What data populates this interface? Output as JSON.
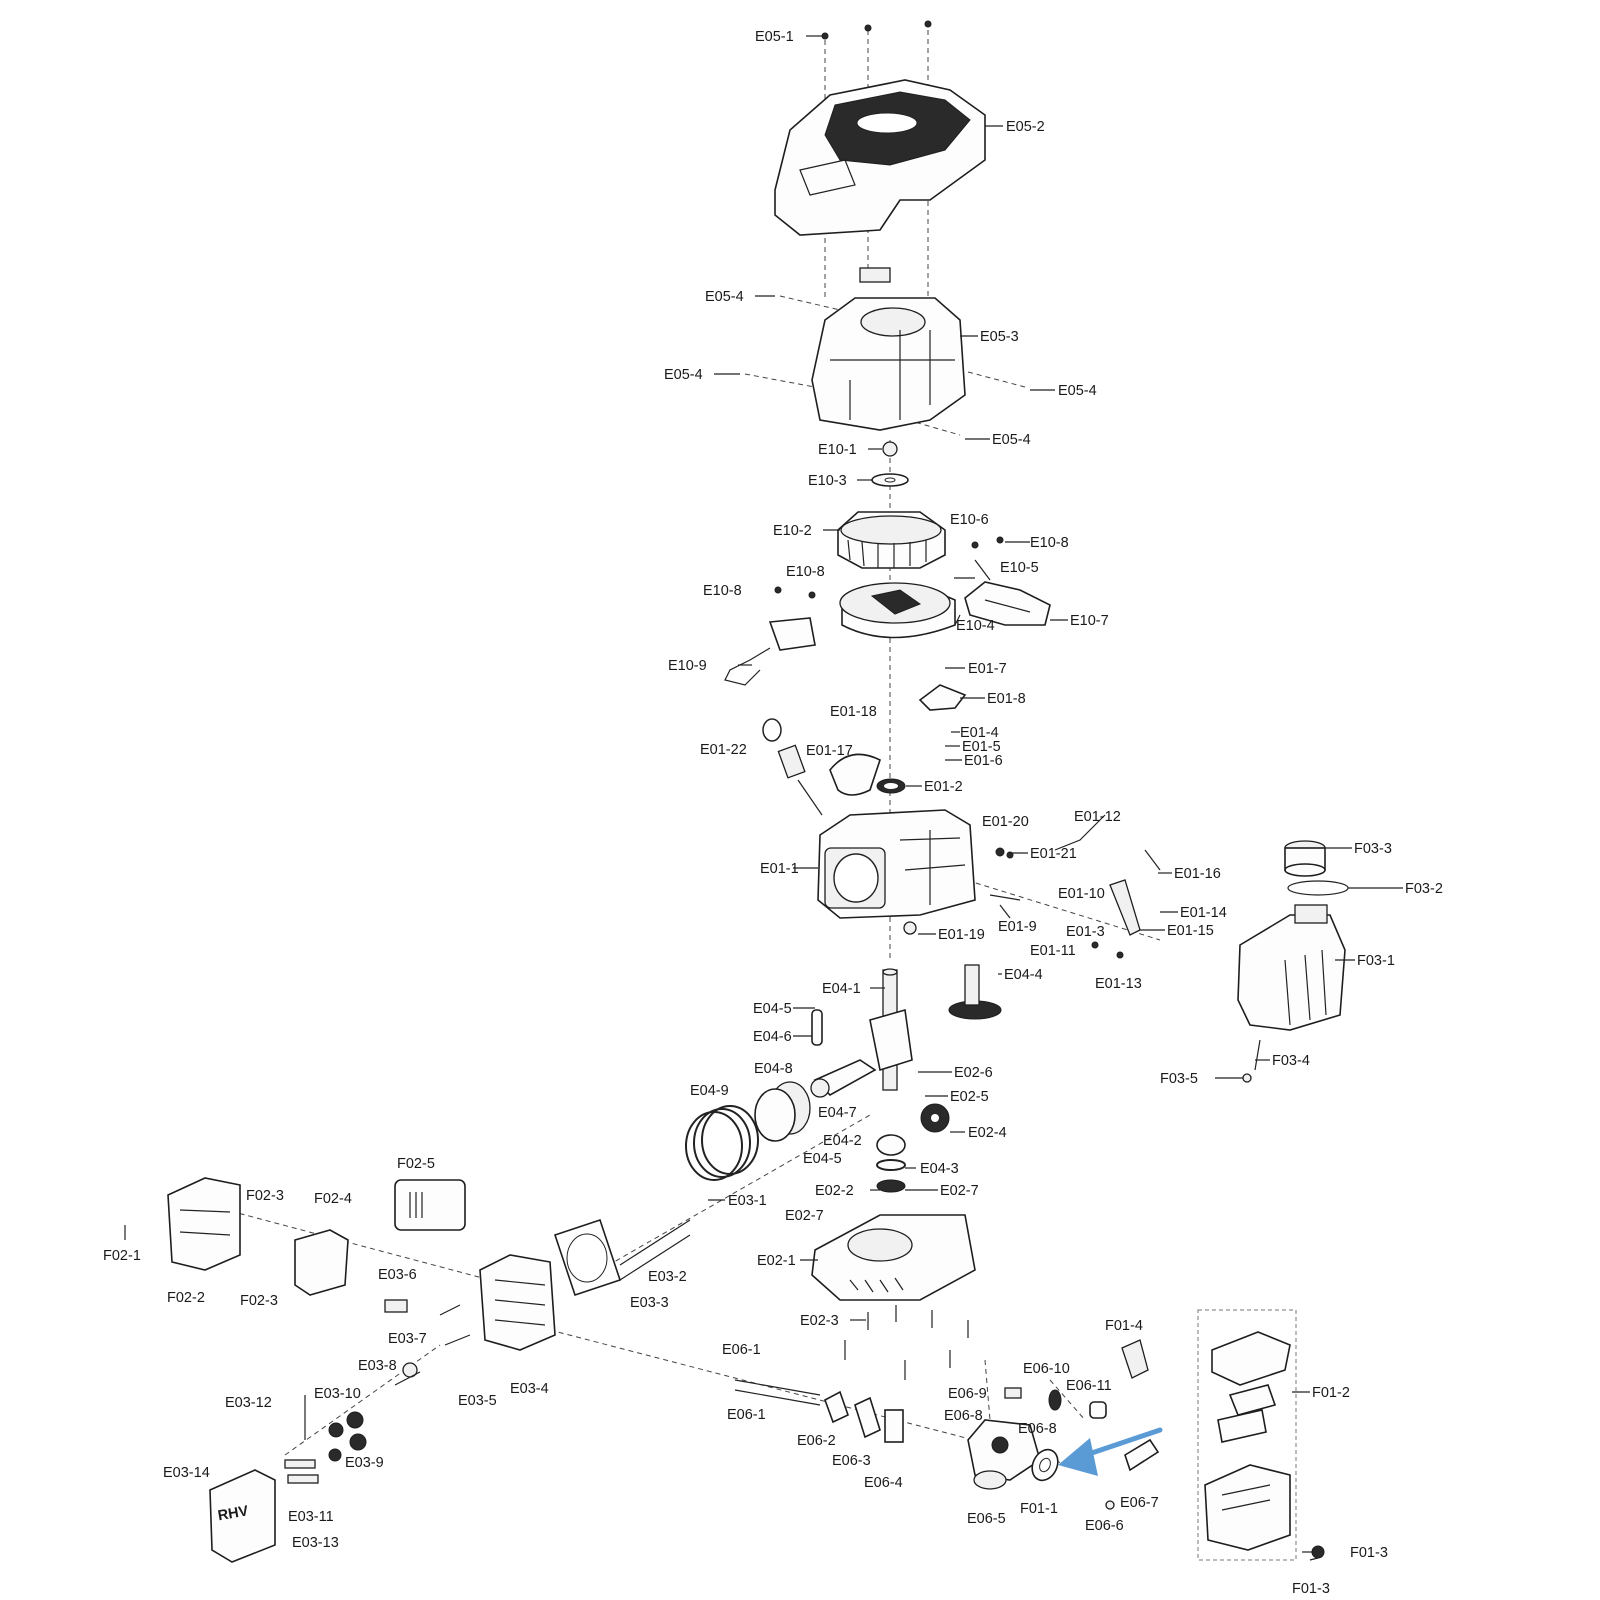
{
  "diagram": {
    "labels": [
      {
        "id": "E05-1",
        "text": "E05-1"
      },
      {
        "id": "E05-2",
        "text": "E05-2"
      },
      {
        "id": "E05-4a",
        "text": "E05-4"
      },
      {
        "id": "E05-3",
        "text": "E05-3"
      },
      {
        "id": "E05-4b",
        "text": "E05-4"
      },
      {
        "id": "E05-4c",
        "text": "E05-4"
      },
      {
        "id": "E05-4d",
        "text": "E05-4"
      },
      {
        "id": "E10-1",
        "text": "E10-1"
      },
      {
        "id": "E10-3",
        "text": "E10-3"
      },
      {
        "id": "E10-2",
        "text": "E10-2"
      },
      {
        "id": "E10-6",
        "text": "E10-6"
      },
      {
        "id": "E10-8a",
        "text": "E10-8"
      },
      {
        "id": "E10-5",
        "text": "E10-5"
      },
      {
        "id": "E10-8b",
        "text": "E10-8"
      },
      {
        "id": "E10-8c",
        "text": "E10-8"
      },
      {
        "id": "E10-4",
        "text": "E10-4"
      },
      {
        "id": "E10-7",
        "text": "E10-7"
      },
      {
        "id": "E10-9",
        "text": "E10-9"
      },
      {
        "id": "E01-7",
        "text": "E01-7"
      },
      {
        "id": "E01-8",
        "text": "E01-8"
      },
      {
        "id": "E01-18",
        "text": "E01-18"
      },
      {
        "id": "E01-4",
        "text": "E01-4"
      },
      {
        "id": "E01-5",
        "text": "E01-5"
      },
      {
        "id": "E01-22",
        "text": "E01-22"
      },
      {
        "id": "E01-17",
        "text": "E01-17"
      },
      {
        "id": "E01-6",
        "text": "E01-6"
      },
      {
        "id": "E01-2",
        "text": "E01-2"
      },
      {
        "id": "E01-20",
        "text": "E01-20"
      },
      {
        "id": "E01-12",
        "text": "E01-12"
      },
      {
        "id": "E01-21",
        "text": "E01-21"
      },
      {
        "id": "E01-1",
        "text": "E01-1"
      },
      {
        "id": "E01-16",
        "text": "E01-16"
      },
      {
        "id": "E01-10",
        "text": "E01-10"
      },
      {
        "id": "E01-14",
        "text": "E01-14"
      },
      {
        "id": "E01-19",
        "text": "E01-19"
      },
      {
        "id": "E01-9",
        "text": "E01-9"
      },
      {
        "id": "E01-3",
        "text": "E01-3"
      },
      {
        "id": "E01-15",
        "text": "E01-15"
      },
      {
        "id": "E01-11",
        "text": "E01-11"
      },
      {
        "id": "E01-13",
        "text": "E01-13"
      },
      {
        "id": "F03-3",
        "text": "F03-3"
      },
      {
        "id": "F03-2",
        "text": "F03-2"
      },
      {
        "id": "F03-1",
        "text": "F03-1"
      },
      {
        "id": "F03-4",
        "text": "F03-4"
      },
      {
        "id": "F03-5",
        "text": "F03-5"
      },
      {
        "id": "E04-1",
        "text": "E04-1"
      },
      {
        "id": "E04-4",
        "text": "E04-4"
      },
      {
        "id": "E04-5a",
        "text": "E04-5"
      },
      {
        "id": "E04-6",
        "text": "E04-6"
      },
      {
        "id": "E04-8",
        "text": "E04-8"
      },
      {
        "id": "E02-6",
        "text": "E02-6"
      },
      {
        "id": "E04-9",
        "text": "E04-9"
      },
      {
        "id": "E04-7",
        "text": "E04-7"
      },
      {
        "id": "E02-5",
        "text": "E02-5"
      },
      {
        "id": "E04-2",
        "text": "E04-2"
      },
      {
        "id": "E02-4",
        "text": "E02-4"
      },
      {
        "id": "E04-5b",
        "text": "E04-5"
      },
      {
        "id": "E04-3",
        "text": "E04-3"
      },
      {
        "id": "E02-2",
        "text": "E02-2"
      },
      {
        "id": "E02-7a",
        "text": "E02-7"
      },
      {
        "id": "E02-7b",
        "text": "E02-7"
      },
      {
        "id": "F02-5",
        "text": "F02-5"
      },
      {
        "id": "F02-3a",
        "text": "F02-3"
      },
      {
        "id": "F02-4",
        "text": "F02-4"
      },
      {
        "id": "E03-1",
        "text": "E03-1"
      },
      {
        "id": "F02-1",
        "text": "F02-1"
      },
      {
        "id": "E02-1",
        "text": "E02-1"
      },
      {
        "id": "F02-2",
        "text": "F02-2"
      },
      {
        "id": "F02-3b",
        "text": "F02-3"
      },
      {
        "id": "E03-6",
        "text": "E03-6"
      },
      {
        "id": "E03-2",
        "text": "E03-2"
      },
      {
        "id": "E03-3",
        "text": "E03-3"
      },
      {
        "id": "E02-3",
        "text": "E02-3"
      },
      {
        "id": "F01-4",
        "text": "F01-4"
      },
      {
        "id": "E03-7",
        "text": "E03-7"
      },
      {
        "id": "E06-1a",
        "text": "E06-1"
      },
      {
        "id": "E03-8",
        "text": "E03-8"
      },
      {
        "id": "E06-10",
        "text": "E06-10"
      },
      {
        "id": "E06-11",
        "text": "E06-11"
      },
      {
        "id": "F01-2",
        "text": "F01-2"
      },
      {
        "id": "E03-12",
        "text": "E03-12"
      },
      {
        "id": "E03-10",
        "text": "E03-10"
      },
      {
        "id": "E03-5",
        "text": "E03-5"
      },
      {
        "id": "E03-4",
        "text": "E03-4"
      },
      {
        "id": "E06-9",
        "text": "E06-9"
      },
      {
        "id": "E06-1b",
        "text": "E06-1"
      },
      {
        "id": "E06-8a",
        "text": "E06-8"
      },
      {
        "id": "E06-8b",
        "text": "E06-8"
      },
      {
        "id": "E06-2",
        "text": "E06-2"
      },
      {
        "id": "E03-9",
        "text": "E03-9"
      },
      {
        "id": "E06-3",
        "text": "E06-3"
      },
      {
        "id": "E03-14",
        "text": "E03-14"
      },
      {
        "id": "E06-4",
        "text": "E06-4"
      },
      {
        "id": "E06-7",
        "text": "E06-7"
      },
      {
        "id": "F01-1",
        "text": "F01-1"
      },
      {
        "id": "E03-11",
        "text": "E03-11"
      },
      {
        "id": "E06-5",
        "text": "E06-5"
      },
      {
        "id": "E06-6",
        "text": "E06-6"
      },
      {
        "id": "E03-13",
        "text": "E03-13"
      },
      {
        "id": "F01-3a",
        "text": "F01-3"
      },
      {
        "id": "F01-3b",
        "text": "F01-3"
      }
    ],
    "cover_logo_text": "RHV",
    "highlight_arrow_color": "#5b9bd5"
  }
}
